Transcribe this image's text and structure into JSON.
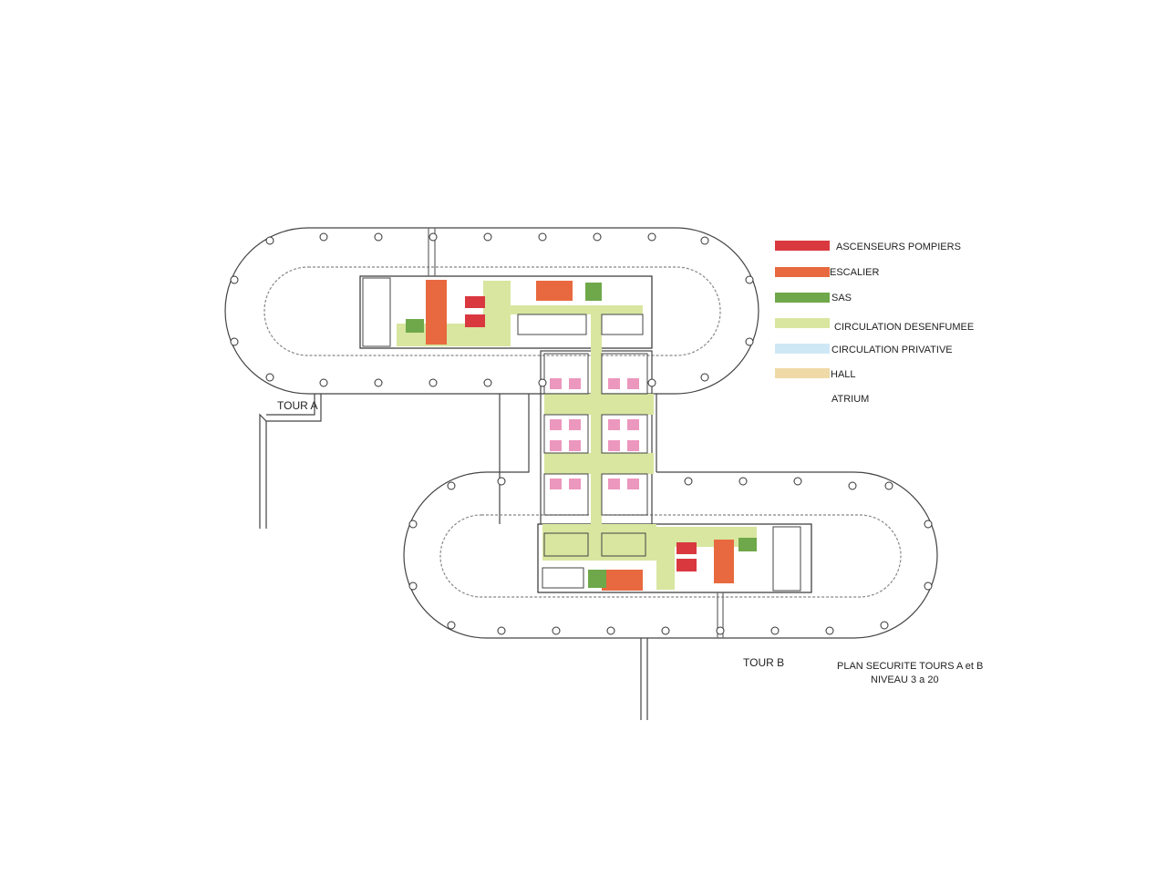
{
  "title": {
    "line1": "PLAN SECURITE TOURS A et B",
    "line2": "NIVEAU 3 a 20"
  },
  "towers": {
    "a": "TOUR A",
    "b": "TOUR B"
  },
  "legend": [
    {
      "label": "ASCENSEURS POMPIERS",
      "color": "#d9383f"
    },
    {
      "label": "ESCALIER",
      "color": "#e8693f"
    },
    {
      "label": "SAS",
      "color": "#6fa84a"
    },
    {
      "label": "CIRCULATION DESENFUMEE",
      "color": "#d8e6a0"
    },
    {
      "label": "CIRCULATION PRIVATIVE",
      "color": "#cfe8f6"
    },
    {
      "label": "HALL",
      "color": "#efd9a6"
    },
    {
      "label": "ATRIUM",
      "color": null
    }
  ],
  "colors": {
    "line": "#444444",
    "room_pink": "#ec97bd"
  }
}
